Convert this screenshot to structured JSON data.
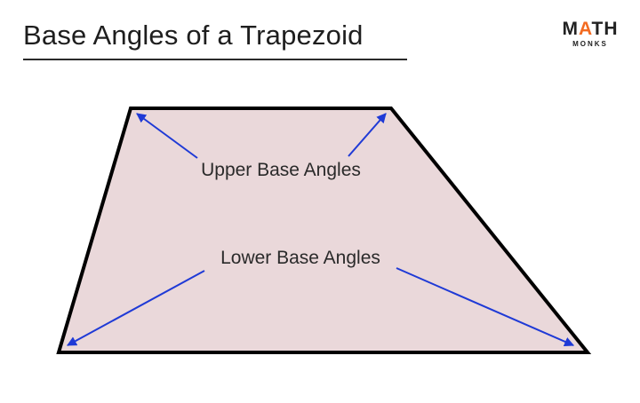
{
  "title": "Base Angles of a Trapezoid",
  "logo": {
    "part1": "M",
    "accent": "A",
    "part2": "TH",
    "sub": "MONKS",
    "accent_color": "#f36b21"
  },
  "labels": {
    "upper": "Upper Base Angles",
    "lower": "Lower Base Angles"
  },
  "colors": {
    "fill": "#ead8da",
    "outline": "#000000",
    "arrow": "#1f3ad6",
    "text": "#2a2a2a"
  }
}
